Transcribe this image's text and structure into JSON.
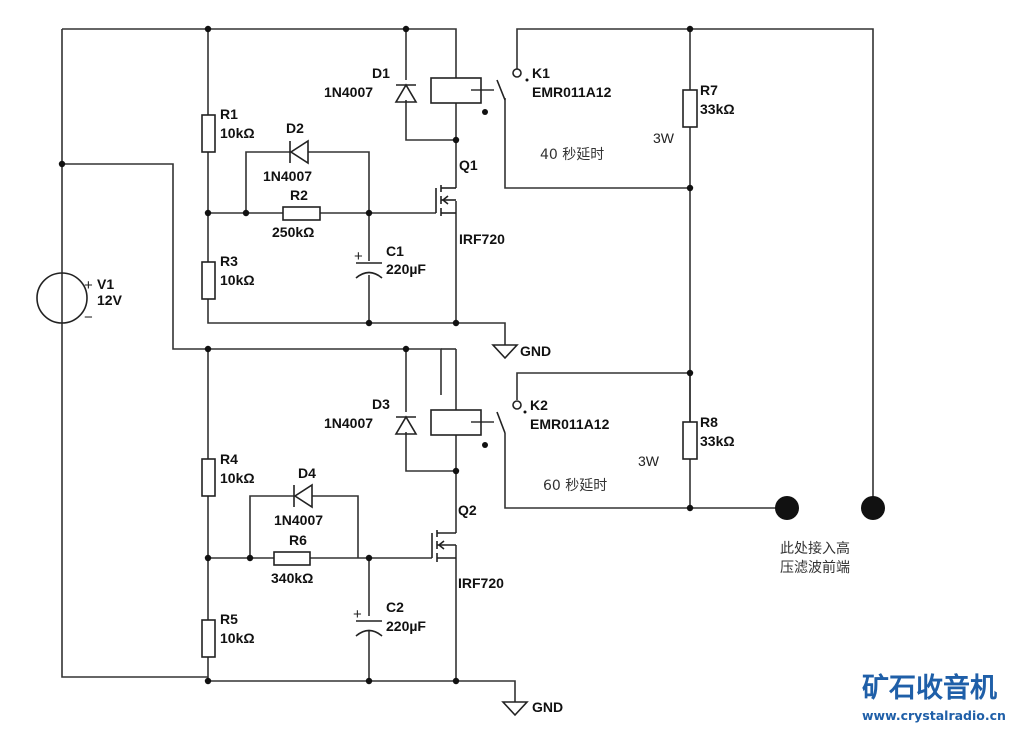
{
  "schematic": {
    "source": {
      "name": "V1",
      "value": "12V",
      "plus": "+",
      "minus": "−"
    },
    "stage1": {
      "r_top": {
        "name": "R1",
        "value": "10kΩ"
      },
      "r_bottom": {
        "name": "R3",
        "value": "10kΩ"
      },
      "r_timing": {
        "name": "R2",
        "value": "250kΩ"
      },
      "diode_discharge": {
        "name": "D2",
        "value": "1N4007"
      },
      "diode_flyback": {
        "name": "D1",
        "value": "1N4007"
      },
      "capacitor": {
        "name": "C1",
        "value": "220µF",
        "polarity": "+"
      },
      "mosfet": {
        "name": "Q1",
        "value": "IRF720"
      },
      "relay": {
        "name": "K1",
        "value": "EMR011A12"
      },
      "load_resistor": {
        "name": "R7",
        "value": "33kΩ",
        "power": "3W"
      },
      "delay_note": "40 秒延时",
      "ground": "GND"
    },
    "stage2": {
      "r_top": {
        "name": "R4",
        "value": "10kΩ"
      },
      "r_bottom": {
        "name": "R5",
        "value": "10kΩ"
      },
      "r_timing": {
        "name": "R6",
        "value": "340kΩ"
      },
      "diode_discharge": {
        "name": "D4",
        "value": "1N4007"
      },
      "diode_flyback": {
        "name": "D3",
        "value": "1N4007"
      },
      "capacitor": {
        "name": "C2",
        "value": "220µF",
        "polarity": "+"
      },
      "mosfet": {
        "name": "Q2",
        "value": "IRF720"
      },
      "relay": {
        "name": "K2",
        "value": "EMR011A12"
      },
      "load_resistor": {
        "name": "R8",
        "value": "33kΩ",
        "power": "3W"
      },
      "delay_note": "60 秒延时",
      "ground": "GND"
    },
    "terminal_note": [
      "此处接入高",
      "压滤波前端"
    ]
  },
  "watermark": {
    "brand": "矿石收音机",
    "url": "www.crystalradio.cn"
  }
}
